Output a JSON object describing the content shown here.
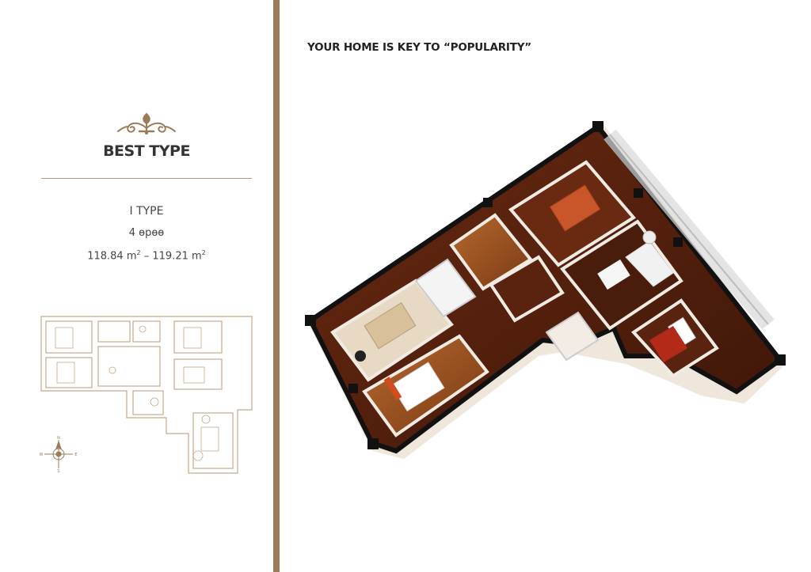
{
  "left": {
    "section_title": "BEST TYPE",
    "type_name": "I TYPE",
    "rooms": "4 өрөө",
    "area_min": "118.84 m",
    "area_sep": " – ",
    "area_max": "119.21 m",
    "area_unit_sup": "2"
  },
  "header": {
    "headline": "YOUR HOME IS KEY TO “POPULARITY”"
  },
  "colors": {
    "accent": "#9b7b57",
    "divider": "#b89a7a",
    "plan_line": "#c7a88a"
  },
  "compass": {
    "n": "N",
    "s": "S",
    "e": "E",
    "w": "W"
  }
}
